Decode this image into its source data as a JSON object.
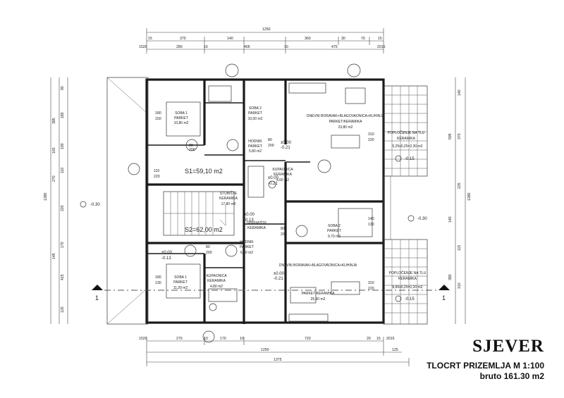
{
  "title_block": {
    "north": "SJEVER",
    "plan_title": "TLOCRT PRIZEMLJA  M 1:100",
    "gross_area": "bruto 161.30 m2"
  },
  "areas": {
    "s1": "S1=59,10 m2",
    "s2": "S2=62,00 m2"
  },
  "rooms": [
    {
      "name": "SOBA 1",
      "floor": "PARKET",
      "area": "10,80 m2"
    },
    {
      "name": "SOBA 2",
      "floor": "PARKET",
      "area": "10,00 m2"
    },
    {
      "name": "DNEVNI BORAVAK+BLAGOVAONICA+KUHINJA",
      "floor": "PARKET/KERAMIKA",
      "area": "23,80 m2"
    },
    {
      "name": "HODNIK",
      "floor": "PARKET",
      "area": "5,80 m2"
    },
    {
      "name": "KUPAONICA",
      "floor": "KERAMIKA",
      "area": "4,60 m2"
    },
    {
      "name": "STUBIŠTE",
      "floor": "KERAMIKA",
      "area": "17,80 m2"
    },
    {
      "name": "SPREMIŠTE",
      "floor": "KERAMIKA",
      "area": ""
    },
    {
      "name": "SOBA 2",
      "floor": "PARKET",
      "area": "9,70 m2"
    },
    {
      "name": "HODNIK",
      "floor": "PARKET",
      "area": "6,80 m2"
    },
    {
      "name": "SOBA 1",
      "floor": "PARKET",
      "area": "11,20 m2"
    },
    {
      "name": "KUPAONICA",
      "floor": "KERAMIKA",
      "area": "4,80 m2"
    },
    {
      "name": "DNEVNI BORAVAK+BLAGOVAONICA+KUHINJA",
      "floor": "PARKET/KERAMIKA",
      "area": "25,60 m2"
    },
    {
      "name": "POPLOČENJE NA TLU",
      "floor": "KERAMIKA",
      "area": "5,25x0,25=2,30 m2"
    },
    {
      "name": "POPLOČENJE NA TLU",
      "floor": "KERAMIKA",
      "area": "8,80x0,25=2,20 m2"
    }
  ],
  "levels": [
    "±0.00",
    "-0.21",
    "±0.00",
    "-0.21",
    "±0.00",
    "-0.13",
    "±0.00",
    "-0.13",
    "±0.00",
    "-0.21",
    "-0.30",
    "-0.30",
    "-0.15",
    "-0.15"
  ],
  "openings": [
    "180",
    "150",
    "80",
    "200",
    "80",
    "200",
    "310",
    "220",
    "110",
    "220",
    "140",
    "130",
    "80",
    "200",
    "180",
    "130",
    "310",
    "220",
    "80",
    "200"
  ],
  "section_mark": "1",
  "dimensions": {
    "top_total": "1250",
    "top_row1": [
      "15",
      "370",
      "140",
      "360",
      "30",
      "70",
      "15"
    ],
    "top_row2": [
      "1520",
      "280",
      "10",
      "405",
      "10",
      "475",
      "2015"
    ],
    "bottom_row1": [
      "1520",
      "270",
      "10",
      "170",
      "10",
      "720",
      "20",
      "15",
      "2015"
    ],
    "bottom_row2": [
      "1250",
      "125"
    ],
    "bottom_total": "1375",
    "left": [
      "90",
      "180",
      "190",
      "385",
      "165",
      "110",
      "270",
      "220",
      "170",
      "145",
      "415",
      "120"
    ],
    "left_total": "1280",
    "right": [
      "140",
      "370",
      "595",
      "225",
      "140",
      "115",
      "310",
      "380"
    ],
    "right_total": "1280"
  }
}
